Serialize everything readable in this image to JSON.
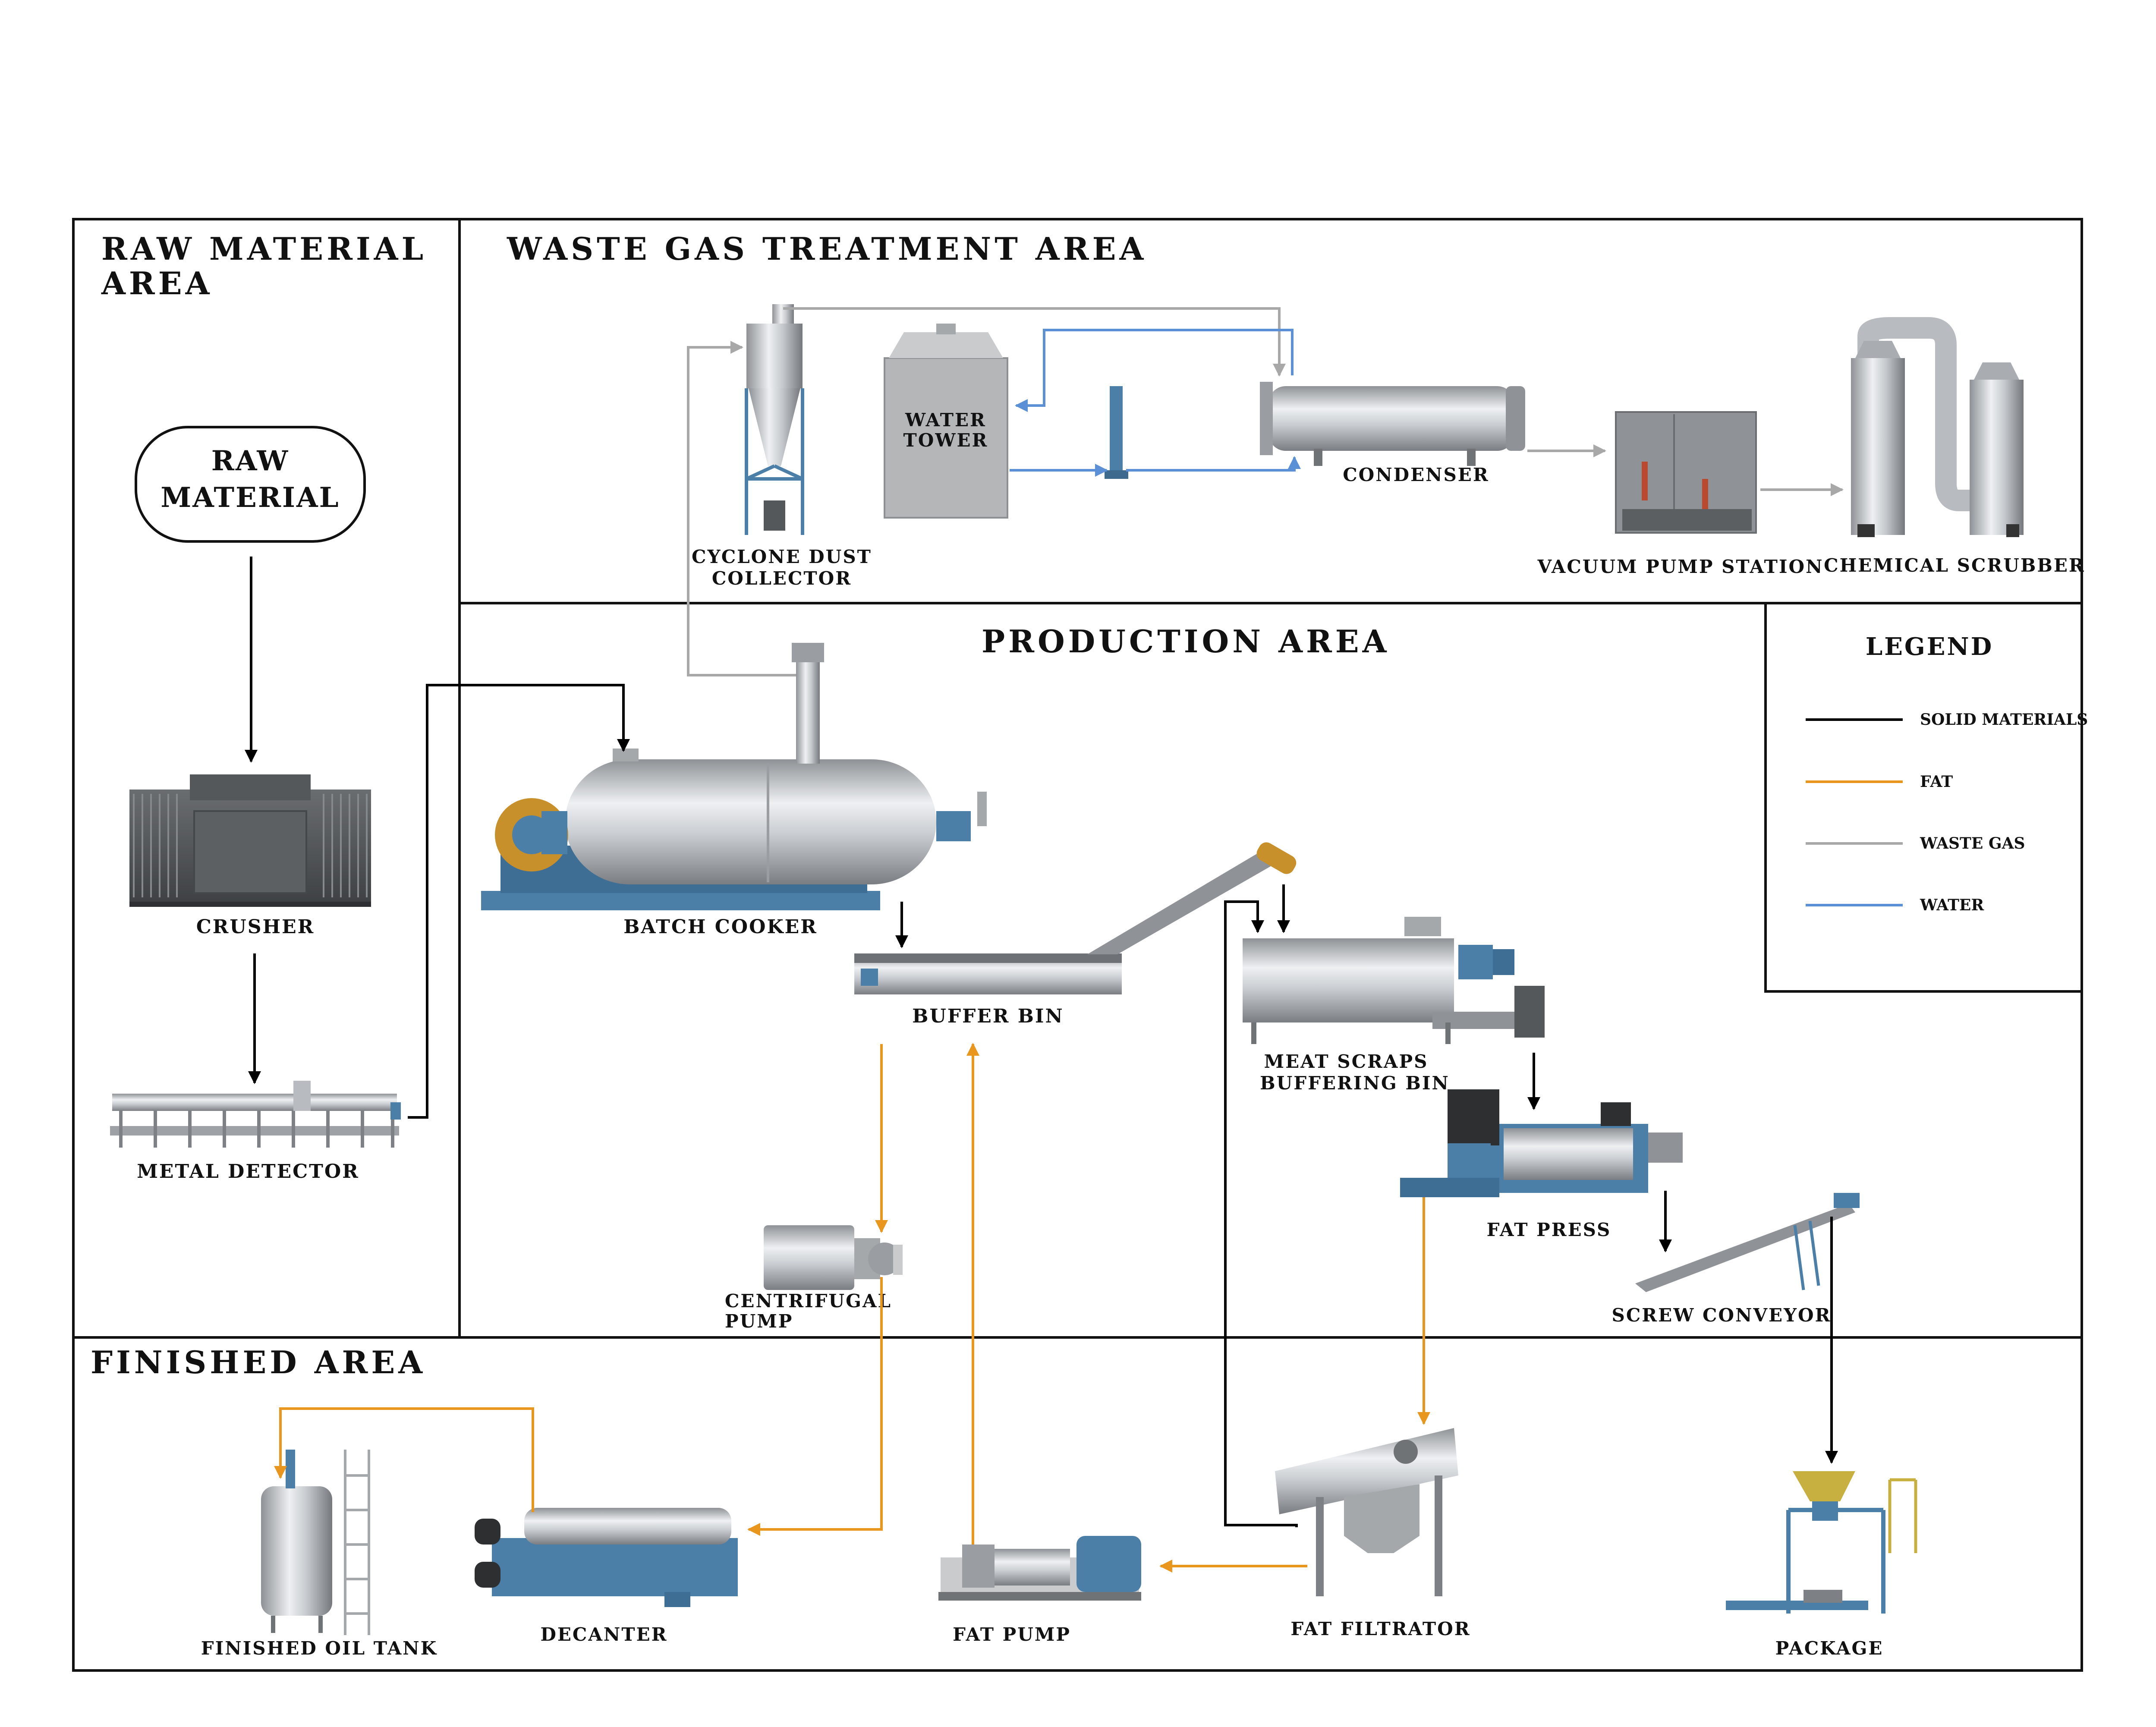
{
  "areas": {
    "raw_material_line1": "RAW MATERIAL",
    "raw_material_line2": "AREA",
    "waste_gas": "WASTE GAS TREATMENT AREA",
    "production": "PRODUCTION AREA",
    "finished": "FINISHED AREA"
  },
  "start_node": {
    "line1": "RAW",
    "line2": "MATERIAL"
  },
  "equipment": {
    "crusher": "CRUSHER",
    "metal_detector": "METAL DETECTOR",
    "cyclone_line1": "CYCLONE DUST",
    "cyclone_line2": "COLLECTOR",
    "water_tower_line1": "WATER",
    "water_tower_line2": "TOWER",
    "condenser": "CONDENSER",
    "vacuum_pump_station": "VACUUM PUMP STATION",
    "chemical_scrubber": "CHEMICAL SCRUBBER",
    "batch_cooker": "BATCH COOKER",
    "buffer_bin": "BUFFER BIN",
    "meat_scraps_line1": "MEAT SCRAPS",
    "meat_scraps_line2": "BUFFERING BIN",
    "fat_press": "FAT  PRESS",
    "screw_conveyor": "SCREW CONVEYOR",
    "centrifugal_pump_line1": "CENTRIFUGAL",
    "centrifugal_pump_line2": "PUMP",
    "finished_oil_tank": "FINISHED OIL TANK",
    "decanter": "DECANTER",
    "fat_pump": "FAT PUMP",
    "fat_filtrator": "FAT FILTRATOR",
    "package": "PACKAGE"
  },
  "legend": {
    "title": "LEGEND",
    "items": [
      {
        "label": "SOLID MATERIALS",
        "color": "#000000"
      },
      {
        "label": "FAT",
        "color": "#E8961E"
      },
      {
        "label": "WASTE GAS",
        "color": "#A8A8A8"
      },
      {
        "label": "WATER",
        "color": "#5B8FD6"
      }
    ]
  },
  "colors": {
    "solid": "#000000",
    "fat": "#E8961E",
    "gas": "#A8A8A8",
    "water": "#5B8FD6",
    "machine_blue": "#4C7FA8",
    "steel": "#C8CCD0"
  }
}
